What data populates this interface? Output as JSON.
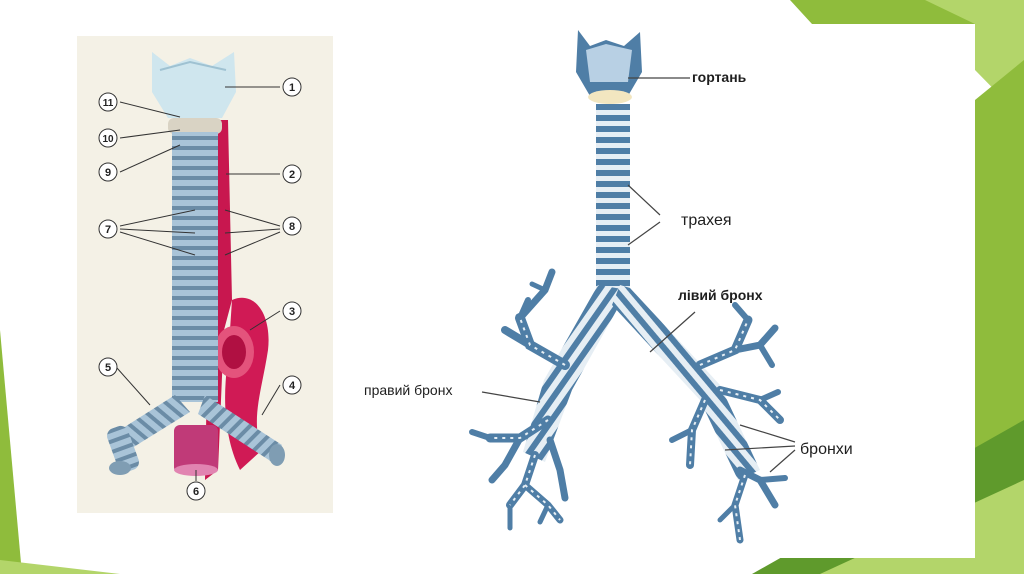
{
  "colors": {
    "accent_green": "#8fbc3c",
    "light_green": "#b3d56a",
    "dark_green": "#5f9a2c",
    "panel_bg": "#f4f1e6",
    "cartilage_blue": "#9fb7c9",
    "dark_blue": "#2f5f86",
    "vessel_red": "#c8174f"
  },
  "left_figure": {
    "callouts": [
      "1",
      "2",
      "3",
      "4",
      "5",
      "6",
      "7",
      "8",
      "9",
      "10",
      "11"
    ]
  },
  "right_figure": {
    "labels": {
      "larynx": "гортань",
      "trachea": "трахея",
      "left_bronchus": "лівий  бронх",
      "right_bronchus": "правий бронх",
      "bronchi": "бронхи"
    }
  }
}
